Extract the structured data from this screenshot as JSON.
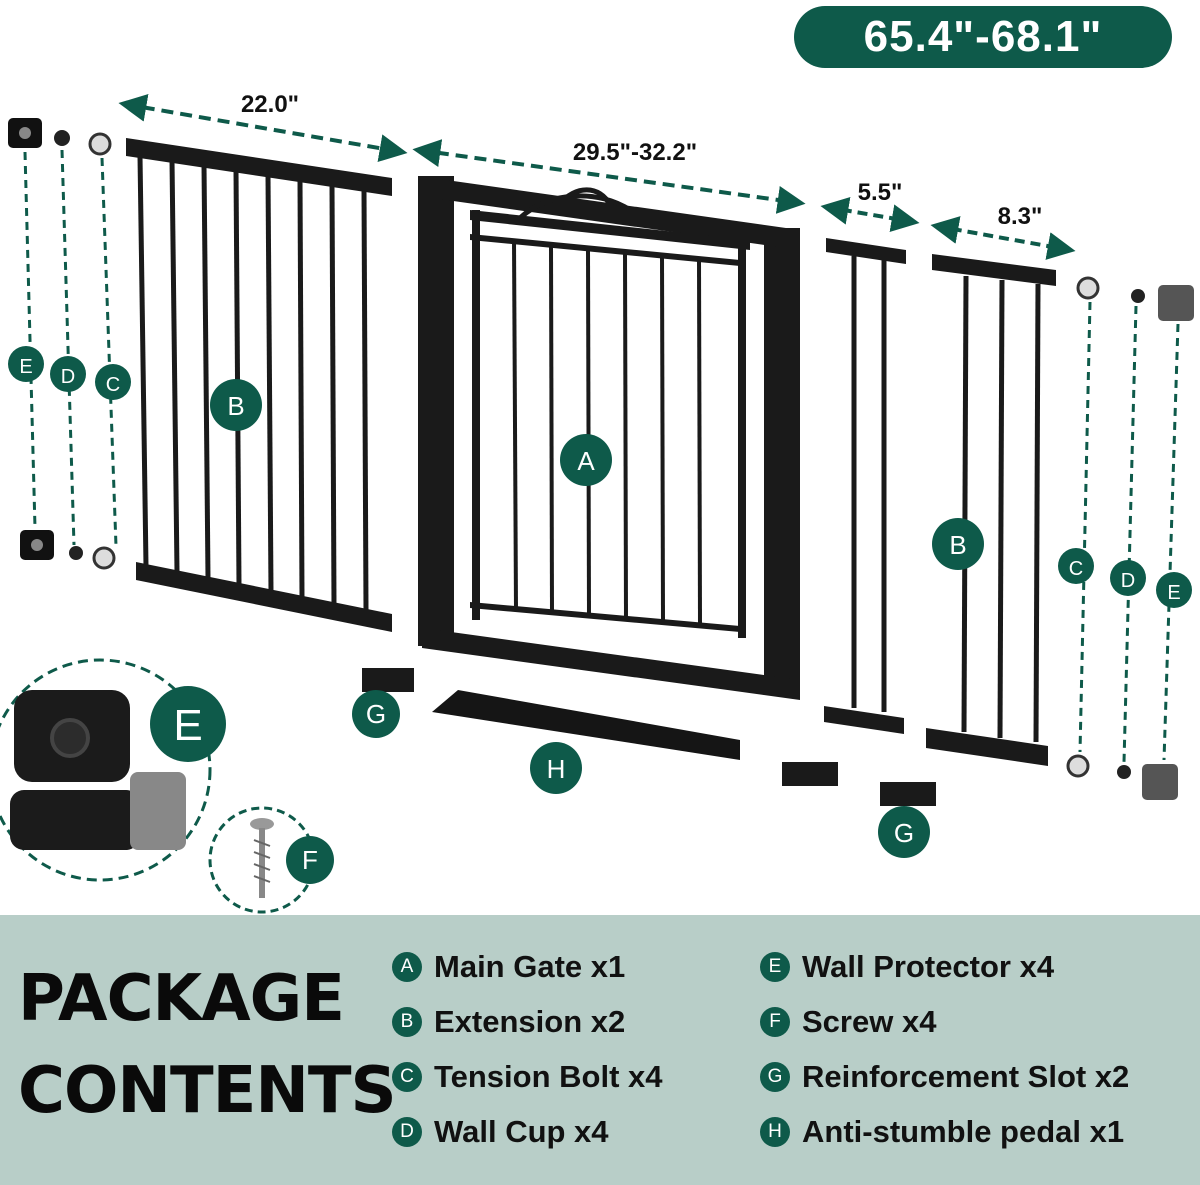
{
  "overall_width": "65.4\"-68.1\"",
  "dimensions": {
    "extension_wide": "22.0\"",
    "main_gate": "29.5\"-32.2\"",
    "extension_small": "5.5\"",
    "extension_medium": "8.3\""
  },
  "diagram_badges": {
    "main_gate": "A",
    "extension": "B",
    "tension_bolt": "C",
    "wall_cup": "D",
    "wall_protector": "E",
    "screw": "F",
    "reinforcement_slot": "G",
    "pedal": "H"
  },
  "package": {
    "title_line1": "PACKAGE",
    "title_line2": "CONTENTS",
    "items": [
      {
        "letter": "A",
        "label": "Main Gate x1"
      },
      {
        "letter": "B",
        "label": "Extension x2"
      },
      {
        "letter": "C",
        "label": "Tension Bolt x4"
      },
      {
        "letter": "D",
        "label": "Wall Cup x4"
      },
      {
        "letter": "E",
        "label": "Wall Protector x4"
      },
      {
        "letter": "F",
        "label": "Screw x4"
      },
      {
        "letter": "G",
        "label": "Reinforcement Slot x2"
      },
      {
        "letter": "H",
        "label": "Anti-stumble pedal x1"
      }
    ]
  },
  "colors": {
    "accent": "#0e5a4a",
    "panel_background": "#b8cec8",
    "gate_metal": "#1a1a1a"
  }
}
